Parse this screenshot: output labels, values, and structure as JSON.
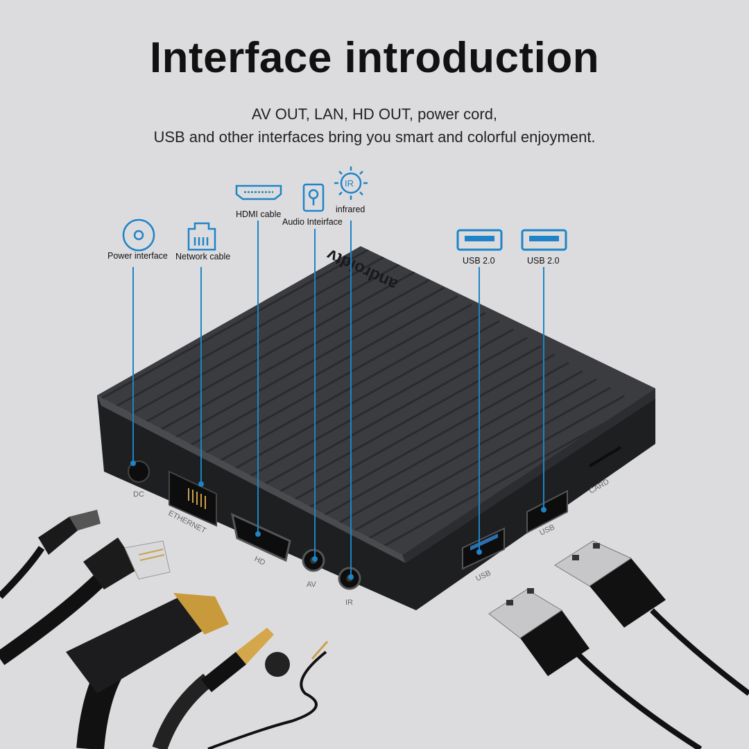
{
  "header": {
    "title": "Interface introduction",
    "subtitle_line1": "AV OUT, LAN, HD OUT, power cord,",
    "subtitle_line2": "USB and other interfaces bring you smart and colorful enjoyment."
  },
  "callouts": {
    "power": "Power interface",
    "network": "Network cable",
    "hdmi": "HDMI cable",
    "audio": "Audio Inteirface",
    "ir_badge": "IR",
    "infrared": "infrared",
    "usb1": "USB 2.0",
    "usb2": "USB 2.0"
  },
  "device": {
    "brand": "androidtv",
    "port_dc": "DC",
    "port_ethernet": "ETHERNET",
    "port_hd": "HD",
    "port_av": "AV",
    "port_ir": "IR",
    "port_usb_1": "USB",
    "port_usb_2": "USB",
    "port_card": "CARD"
  },
  "colors": {
    "accent": "#1d84c7",
    "background": "#dcdcdf",
    "device_top": "#3b3c3f",
    "device_side": "#1e1f21"
  }
}
